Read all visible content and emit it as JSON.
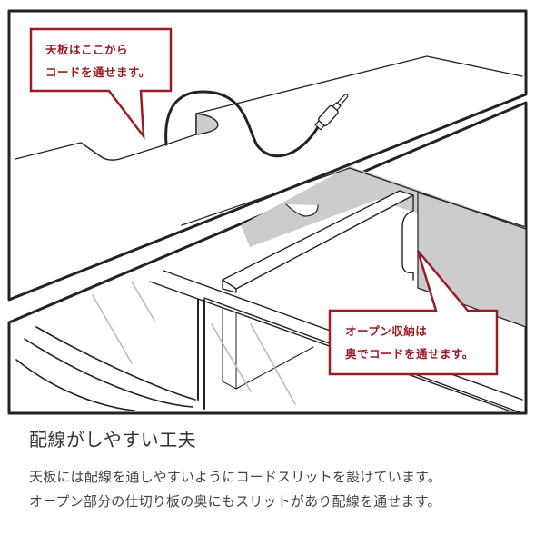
{
  "illustration": {
    "description": "Desk cable management illustration: top panel with cable slot and audio plug; lower open storage with rear slits",
    "colors": {
      "line": "#222222",
      "shade": "#cccccc",
      "callout": "#9b1c24",
      "glass_hint": "#bbbbbb"
    },
    "callouts": [
      {
        "lines": [
          "天板はここから",
          "コードを通せます。"
        ]
      },
      {
        "lines": [
          "オープン収納は",
          "奥でコードを通せます。"
        ]
      }
    ]
  },
  "caption": {
    "title": "配線がしやすい工夫",
    "body": [
      "天板には配線を通しやすいようにコードスリットを設けています。",
      "オープン部分の仕切り板の奥にもスリットがあり配線を通せます。"
    ]
  }
}
